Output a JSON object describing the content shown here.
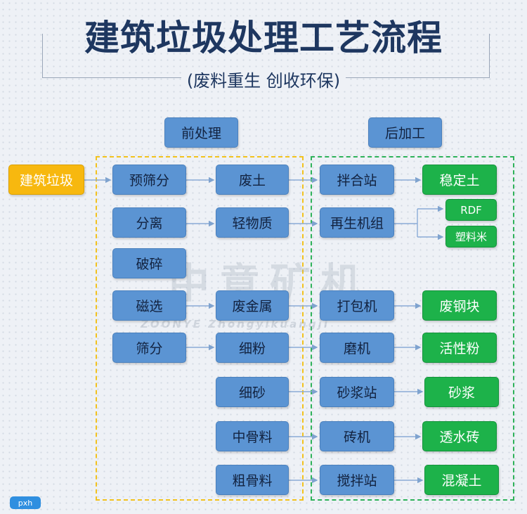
{
  "title": "建筑垃圾处理工艺流程",
  "subtitle": "(废料重生 创收环保)",
  "headers": {
    "pre": "前处理",
    "post": "后加工"
  },
  "source": "建筑垃圾",
  "stage1": [
    "预筛分",
    "分离",
    "破碎",
    "磁选",
    "筛分"
  ],
  "stage2": [
    "废土",
    "轻物质",
    "废金属",
    "细粉",
    "细砂",
    "中骨料",
    "粗骨料"
  ],
  "stage3": [
    "拌合站",
    "再生机组",
    "打包机",
    "磨机",
    "砂浆站",
    "砖机",
    "搅拌站"
  ],
  "products": [
    "稳定土",
    "RDF",
    "塑料米",
    "废钢块",
    "活性粉",
    "砂浆",
    "透水砖",
    "混凝土"
  ],
  "watermark": {
    "cn": "中意矿机",
    "en": "ZOONYE Zhongyikuangji"
  },
  "badge": "pxh",
  "colors": {
    "blue": "#5b94d3",
    "green": "#1db24a",
    "yellow": "#f7b80f",
    "title": "#1e3760"
  }
}
